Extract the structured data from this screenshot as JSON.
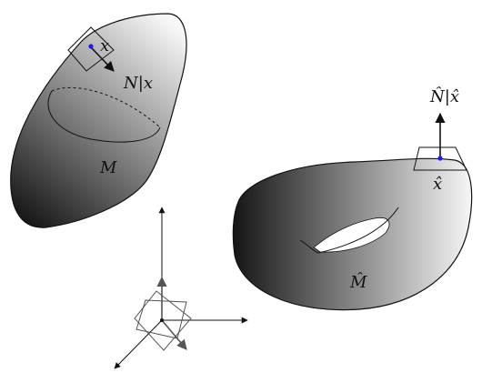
{
  "labels": {
    "surface_m": "M",
    "point_x": "x",
    "normal_n": "N|x",
    "surface_m_hat": "M̂",
    "point_x_hat": "x̂",
    "normal_n_hat": "N̂|x̂"
  },
  "colors": {
    "gradient_dark": "#141414",
    "gradient_light": "#f7f7f7",
    "outline": "#111111",
    "point": "#1a1aff",
    "axis_gray": "#555555",
    "background": "#ffffff"
  }
}
